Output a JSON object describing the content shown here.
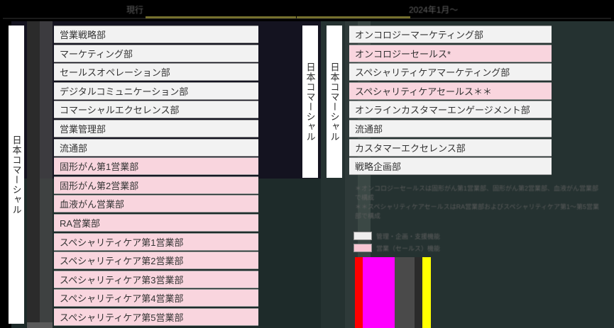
{
  "header": {
    "left_title": "現行",
    "right_title": "2024年1月～",
    "accent_color": "#8a8235"
  },
  "left_panel": {
    "vertical_label": "日本コマーシャル",
    "vertical_label_mid": "日本コマーシャル",
    "rows": [
      {
        "label": "営業戦略部",
        "highlight": false
      },
      {
        "label": "マーケティング部",
        "highlight": false
      },
      {
        "label": "セールスオペレーション部",
        "highlight": false
      },
      {
        "label": "デジタルコミュニケーション部",
        "highlight": false
      },
      {
        "label": "コマーシャルエクセレンス部",
        "highlight": false
      },
      {
        "label": "営業管理部",
        "highlight": false
      },
      {
        "label": "流通部",
        "highlight": false
      },
      {
        "label": "固形がん第1営業部",
        "highlight": true
      },
      {
        "label": "固形がん第2営業部",
        "highlight": true
      },
      {
        "label": "血液がん営業部",
        "highlight": true
      },
      {
        "label": "RA営業部",
        "highlight": true
      },
      {
        "label": "スペシャリティケア第1営業部",
        "highlight": true
      },
      {
        "label": "スペシャリティケア第2営業部",
        "highlight": true
      },
      {
        "label": "スペシャリティケア第3営業部",
        "highlight": true
      },
      {
        "label": "スペシャリティケア第4営業部",
        "highlight": true
      },
      {
        "label": "スペシャリティケア第5営業部",
        "highlight": true
      }
    ]
  },
  "right_panel": {
    "vertical_label": "日本コマーシャル",
    "rows": [
      {
        "label": "オンコロジーマーケティング部",
        "highlight": false
      },
      {
        "label": "オンコロジーセールス*",
        "highlight": true
      },
      {
        "label": "スペシャリティケアマーケティング部",
        "highlight": false
      },
      {
        "label": "スペシャリティケアセールス＊＊",
        "highlight": true
      },
      {
        "label": "オンラインカスタマーエンゲージメント部",
        "highlight": false
      },
      {
        "label": "流通部",
        "highlight": false
      },
      {
        "label": "カスタマーエクセレンス部",
        "highlight": false
      },
      {
        "label": "戦略企画部",
        "highlight": false
      }
    ]
  },
  "footnote": {
    "line1": "＊オンコロジーセールスは固形がん第1営業部、固形がん第2営業部、血液がん営業部で構成",
    "line2": "＊＊スペシャリティケアセールスはRA営業部およびスペシャリティケア第1～第5営業部で構成"
  },
  "legend": {
    "items": [
      {
        "swatch": "white",
        "label": "管理・企画・支援機能"
      },
      {
        "swatch": "pink",
        "label": "営業（セールス）機能"
      }
    ]
  },
  "colors": {
    "panel_left_bg": "#141320",
    "panel_left_bg_lower": "#1e2b2a",
    "panel_right_bg": "#253231",
    "row_white": "#f2f2f2",
    "row_pink": "#f9d5de"
  }
}
